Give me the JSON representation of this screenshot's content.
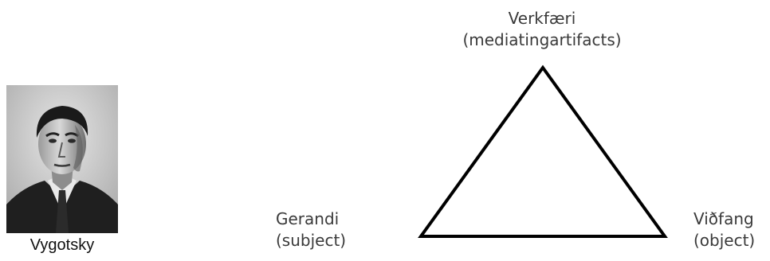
{
  "portrait": {
    "caption": "Vygotsky"
  },
  "triangle": {
    "top": {
      "line1": "Verkfæri",
      "line2": "(mediatingartifacts)"
    },
    "left": {
      "line1": "Gerandi",
      "line2": "(subject)"
    },
    "right": {
      "line1": "Viðfang",
      "line2": "(object)"
    }
  },
  "colors": {
    "line": "#000000",
    "text": "#3a3a3a"
  }
}
